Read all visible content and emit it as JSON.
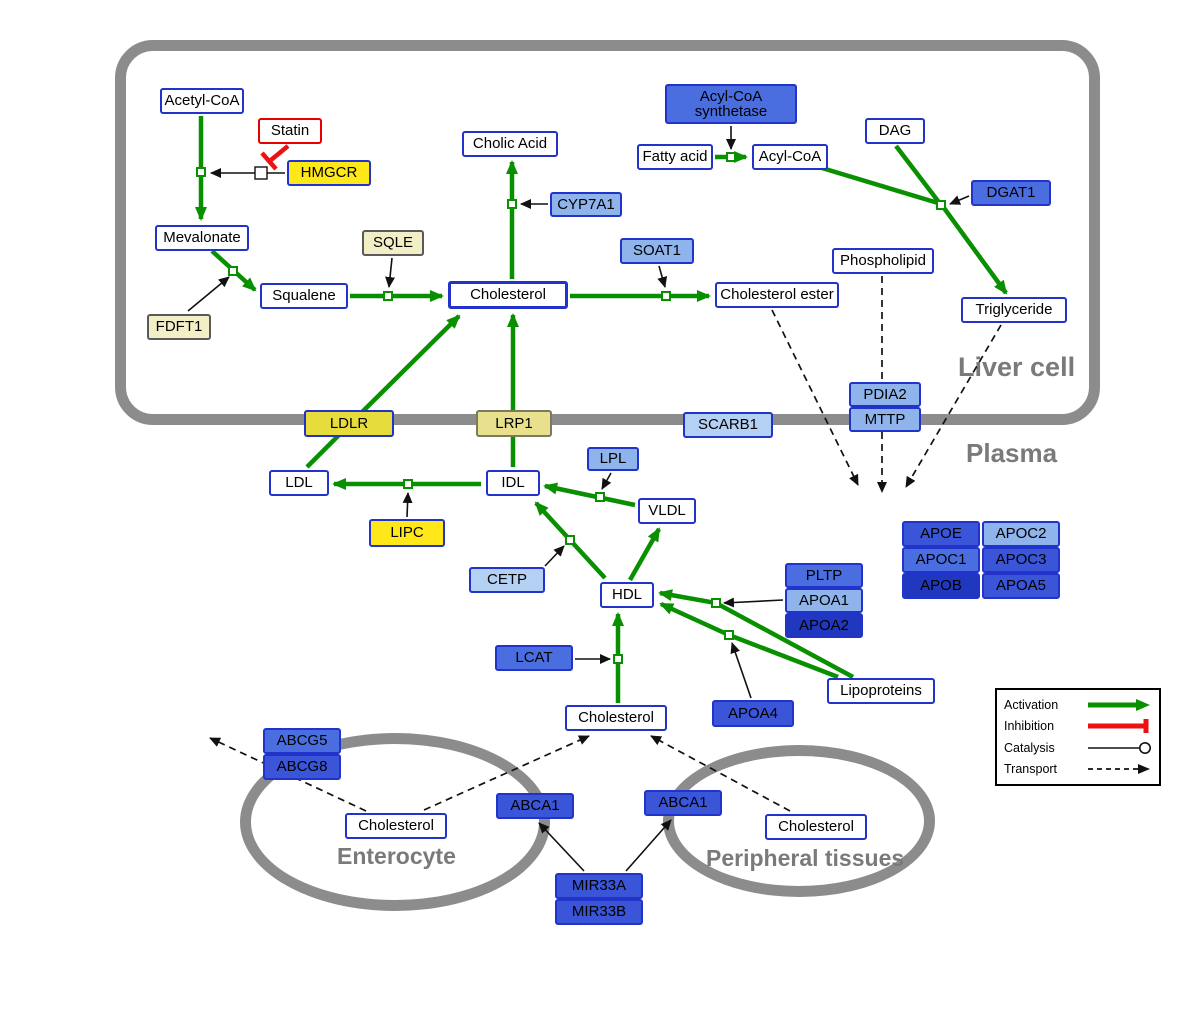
{
  "regions": {
    "liver": "Liver cell",
    "plasma": "Plasma",
    "enterocyte": "Enterocyte",
    "peripheral": "Peripheral tissues"
  },
  "legend": {
    "activation": "Activation",
    "inhibition": "Inhibition",
    "catalysis": "Catalysis",
    "transport": "Transport"
  },
  "nodes": {
    "acetyl_coa": "Acetyl-CoA",
    "statin": "Statin",
    "hmgcr": "HMGCR",
    "mevalonate": "Mevalonate",
    "sqle": "SQLE",
    "fdft1": "FDFT1",
    "squalene": "Squalene",
    "cholesterol_liver": "Cholesterol",
    "cholic_acid": "Cholic Acid",
    "cyp7a1": "CYP7A1",
    "soat1": "SOAT1",
    "cholesterol_ester": "Cholesterol ester",
    "acyl_coa_synthetase": "Acyl-CoA synthetase",
    "fatty_acid": "Fatty acid",
    "acyl_coa": "Acyl-CoA",
    "dag": "DAG",
    "dgat1": "DGAT1",
    "phospholipid": "Phospholipid",
    "triglyceride": "Triglyceride",
    "pdia2": "PDIA2",
    "mttp": "MTTP",
    "ldlr": "LDLR",
    "lrp1": "LRP1",
    "scarb1": "SCARB1",
    "ldl": "LDL",
    "idl": "IDL",
    "lpl": "LPL",
    "vldl": "VLDL",
    "lipc": "LIPC",
    "cetp": "CETP",
    "hdl": "HDL",
    "pltp": "PLTP",
    "apoa1": "APOA1",
    "apoa2": "APOA2",
    "apoe": "APOE",
    "apoc2": "APOC2",
    "apoc1": "APOC1",
    "apoc3": "APOC3",
    "apob": "APOB",
    "apoa5": "APOA5",
    "lcat": "LCAT",
    "apoa4": "APOA4",
    "lipoproteins": "Lipoproteins",
    "cholesterol_plasma": "Cholesterol",
    "abcg5": "ABCG5",
    "abcg8": "ABCG8",
    "cholesterol_enterocyte": "Cholesterol",
    "abca1_left": "ABCA1",
    "abca1_right": "ABCA1",
    "cholesterol_peripheral": "Cholesterol",
    "mir33a": "MIR33A",
    "mir33b": "MIR33B"
  },
  "colors": {
    "activation_green": "#089000",
    "inhibition_red": "#ee1111",
    "metabolite_border_blue": "#2233cc",
    "enzyme_yellow": "#ffe81a",
    "membrane_gray": "#8c8c8c"
  }
}
